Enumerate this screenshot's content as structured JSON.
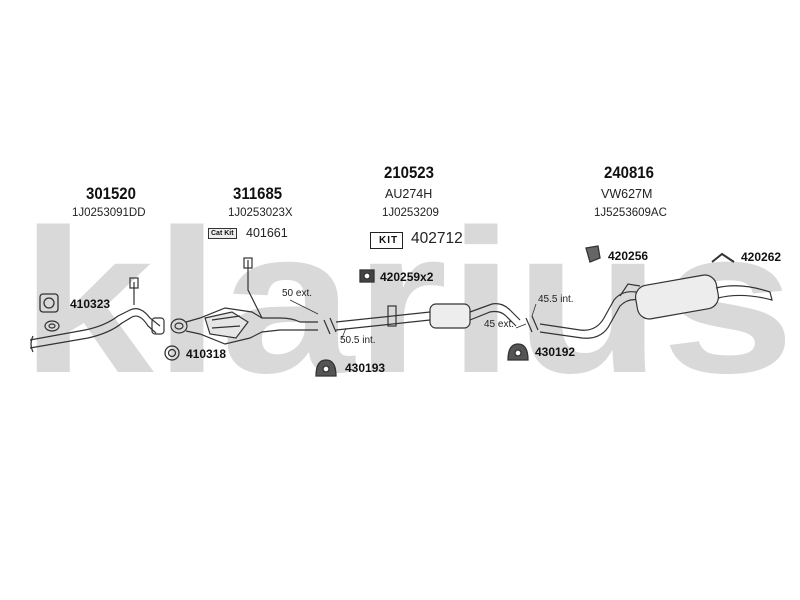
{
  "brand": {
    "watermark_text": "klarius",
    "watermark_color": "#d9d9d9"
  },
  "groups": [
    {
      "part": "301520",
      "ref": "1J0253091DD"
    },
    {
      "part": "311685",
      "ref": "1J0253023X",
      "kit_badge": "Cat Kit",
      "kit_number": "401661"
    },
    {
      "part": "210523",
      "alt_ref": "AU274H",
      "ref": "1J0253209",
      "kit_badge": "KIT",
      "kit_number": "402712"
    },
    {
      "part": "240816",
      "alt_ref": "VW627M",
      "ref": "1J5253609AC"
    }
  ],
  "fittings": [
    {
      "code": "410323",
      "icon": "gasket-icon"
    },
    {
      "code": "410318",
      "icon": "ring-icon"
    },
    {
      "code": "420259x2",
      "icon": "clamp-icon"
    },
    {
      "code": "430193",
      "icon": "rubber-mount-icon"
    },
    {
      "code": "430192",
      "icon": "rubber-mount-icon"
    },
    {
      "code": "420256",
      "icon": "bracket-icon"
    },
    {
      "code": "420262",
      "icon": "hanger-icon"
    }
  ],
  "dimensions": [
    "50 ext.",
    "50.5 int.",
    "45.5 int.",
    "45 ext."
  ]
}
